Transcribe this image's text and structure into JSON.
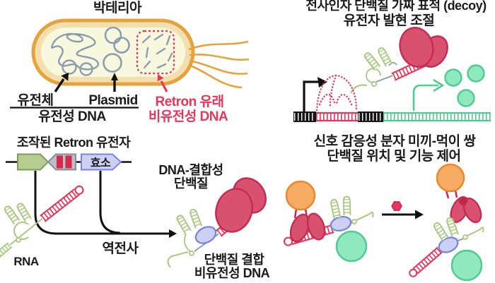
{
  "figure": {
    "background": "#ffffff",
    "palette": {
      "membrane_orange": "#E5A33E",
      "cell_fill": "#F8F8DF",
      "dna_gray_blue": "#8C9EAC",
      "retron_red": "#E8365A",
      "protein_crimson_fill": "#D8516E",
      "protein_crimson_stroke": "#C62A52",
      "rna_green": "#A9C87F",
      "mint_green_fill": "#8FE8BE",
      "mint_green_stroke": "#4FCB90",
      "enzyme_lavender_fill": "#CBD0F4",
      "enzyme_lavender_stroke": "#7583DE",
      "gene_green_fill": "#B7CC90",
      "gene_green_stroke": "#7E9C59",
      "gene_gray_fill": "#B9BFC6",
      "gene_gray_stroke": "#878F96",
      "gene_red_block": "#D8294A",
      "orange_ligand_fill": "#F6AC63",
      "orange_ligand_stroke": "#E9882F",
      "text_black": "#1A1A1A"
    },
    "bacteria_panel": {
      "title": "박테리아",
      "genome_label": "유전체",
      "plasmid_label": "Plasmid",
      "hereditary_label": "유전성 DNA",
      "retron_label_line1": "Retron 유래",
      "retron_label_line2": "비유전성 DNA"
    },
    "retron_gene_panel": {
      "title": "조작된 Retron 유전자",
      "enzyme_label": "효소",
      "rna_label": "RNA",
      "reverse_transcription_label": "역전사",
      "dna_binding_protein_line1": "DNA-결합성",
      "dna_binding_protein_line2": "단백질",
      "product_label_line1": "단백질 결합",
      "product_label_line2": "비유전성 DNA"
    },
    "decoy_panel": {
      "title_line1": "전사인자 단백질 가짜 표적 (decoy)",
      "title_line2": "유전자 발현 조절"
    },
    "signal_panel": {
      "title_line1": "신호 감응성 분자 미끼-먹이 쌍",
      "title_line2": "단백질 위치 및 기능 제어"
    }
  }
}
